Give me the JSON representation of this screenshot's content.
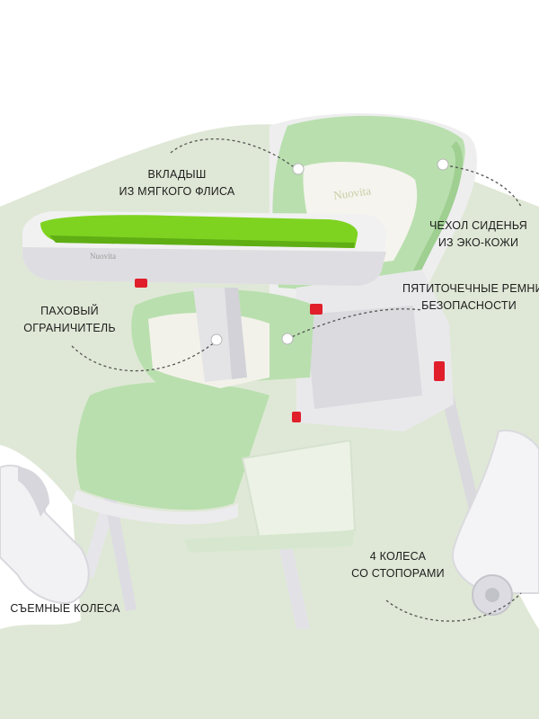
{
  "brand": {
    "seat_logo": "Nuovita",
    "tray_logo": "Nuovita"
  },
  "callouts": {
    "fleece_insert": [
      "ВКЛАДЫШ",
      "ИЗ МЯГКОГО ФЛИСА"
    ],
    "eco_leather_cover": [
      "ЧЕХОЛ СИДЕНЬЯ",
      "ИЗ ЭКО-КОЖИ"
    ],
    "crotch_guard": [
      "ПАХОВЫЙ",
      "ОГРАНИЧИТЕЛЬ"
    ],
    "five_point_belts": [
      "ПЯТИТОЧЕЧНЫЕ РЕМНИ",
      "БЕЗОПАСНОСТИ"
    ],
    "four_wheels_brakes": [
      "4 КОЛЕСА",
      "СО СТОПОРАМИ"
    ],
    "removable_wheels": [
      "СЪЕМНЫЕ КОЛЕСА"
    ]
  },
  "colors": {
    "background_blob": "#dfe8d6",
    "upholstery": "#b9dfae",
    "upholstery_dark": "#9fcf91",
    "tray_insert": "#7ed321",
    "frame": "#e8e8ea",
    "accent_red": "#e01f2b",
    "text": "#1d1d1d"
  }
}
